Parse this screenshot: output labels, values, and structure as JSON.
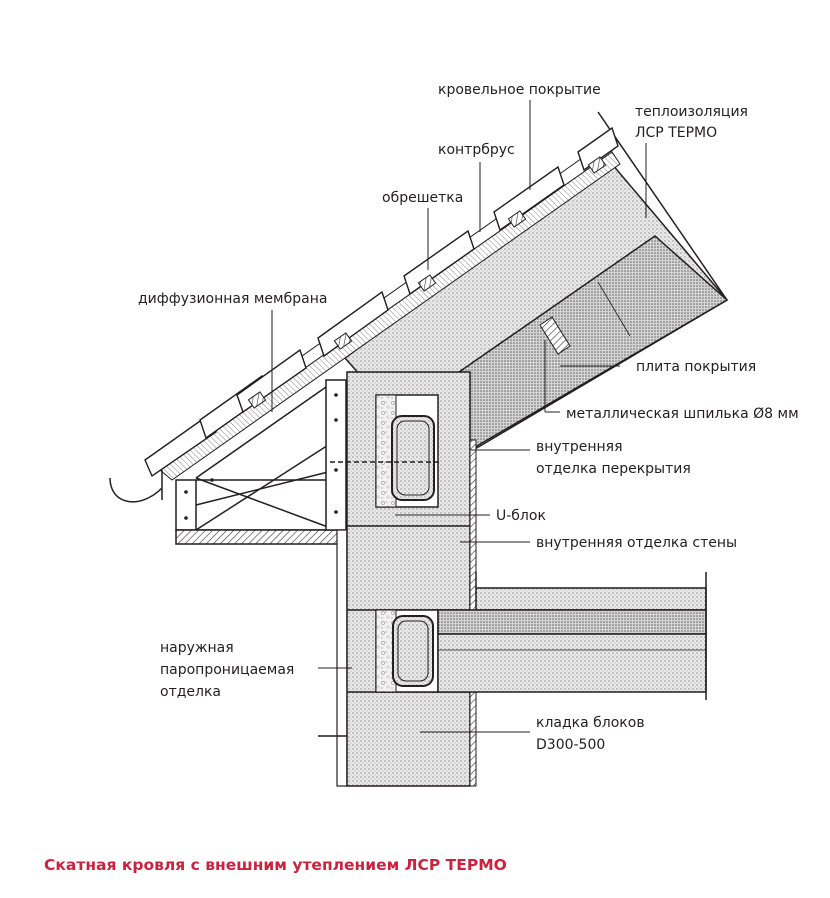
{
  "labels": {
    "roofing": "кровельное покрытие",
    "insulation_line1": "теплоизоляция",
    "insulation_line2": "ЛСР ТЕРМО",
    "counter_batten": "контрбрус",
    "batten": "обрешетка",
    "membrane": "диффузионная мембрана",
    "slab": "плита покрытия",
    "stud": "металлическая шпилька Ø8 мм",
    "ceiling_line1": "внутренняя",
    "ceiling_line2": "отделка перекрытия",
    "ublock": "U-блок",
    "wall_finish": "внутренняя отделка стены",
    "exterior_line1": "наружная",
    "exterior_line2": "паропроницаемая",
    "exterior_line3": "отделка",
    "masonry_line1": "кладка блоков",
    "masonry_line2": "D300-500"
  },
  "caption": "Скатная кровля с внешним утеплением ЛСР ТЕРМО",
  "colors": {
    "caption": "#c8243f",
    "line": "#231f20"
  }
}
